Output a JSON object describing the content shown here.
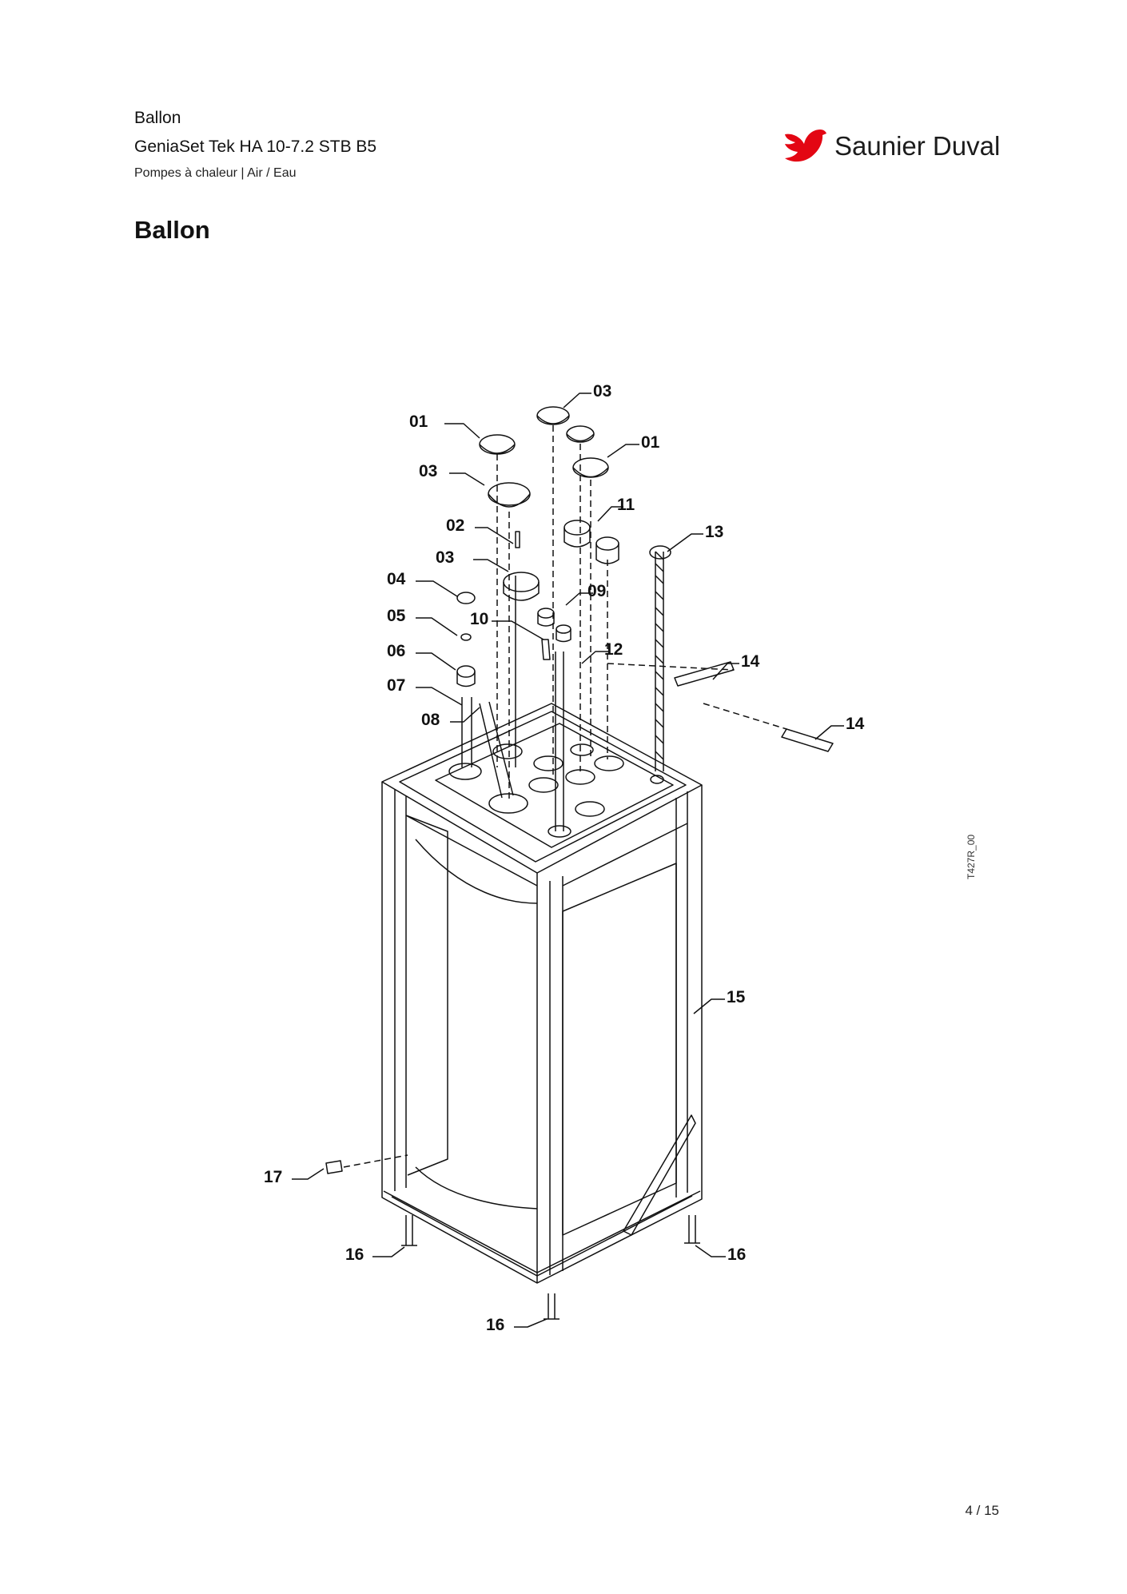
{
  "header": {
    "title": "Ballon",
    "model": "GeniaSet Tek HA 10-7.2 STB B5",
    "subtitle": "Pompes à chaleur | Air / Eau"
  },
  "brand": {
    "name": "Saunier Duval",
    "color": "#e30613",
    "logo_icon": "bird-logo-icon"
  },
  "page_heading": "Ballon",
  "diagram": {
    "reference_code": "T427R_00",
    "callouts": [
      "03",
      "01",
      "01",
      "03",
      "11",
      "02",
      "13",
      "03",
      "04",
      "09",
      "05",
      "10",
      "12",
      "06",
      "14",
      "07",
      "14",
      "08",
      "15",
      "17",
      "16",
      "16",
      "16"
    ]
  },
  "footer": {
    "page": "4 / 15"
  }
}
